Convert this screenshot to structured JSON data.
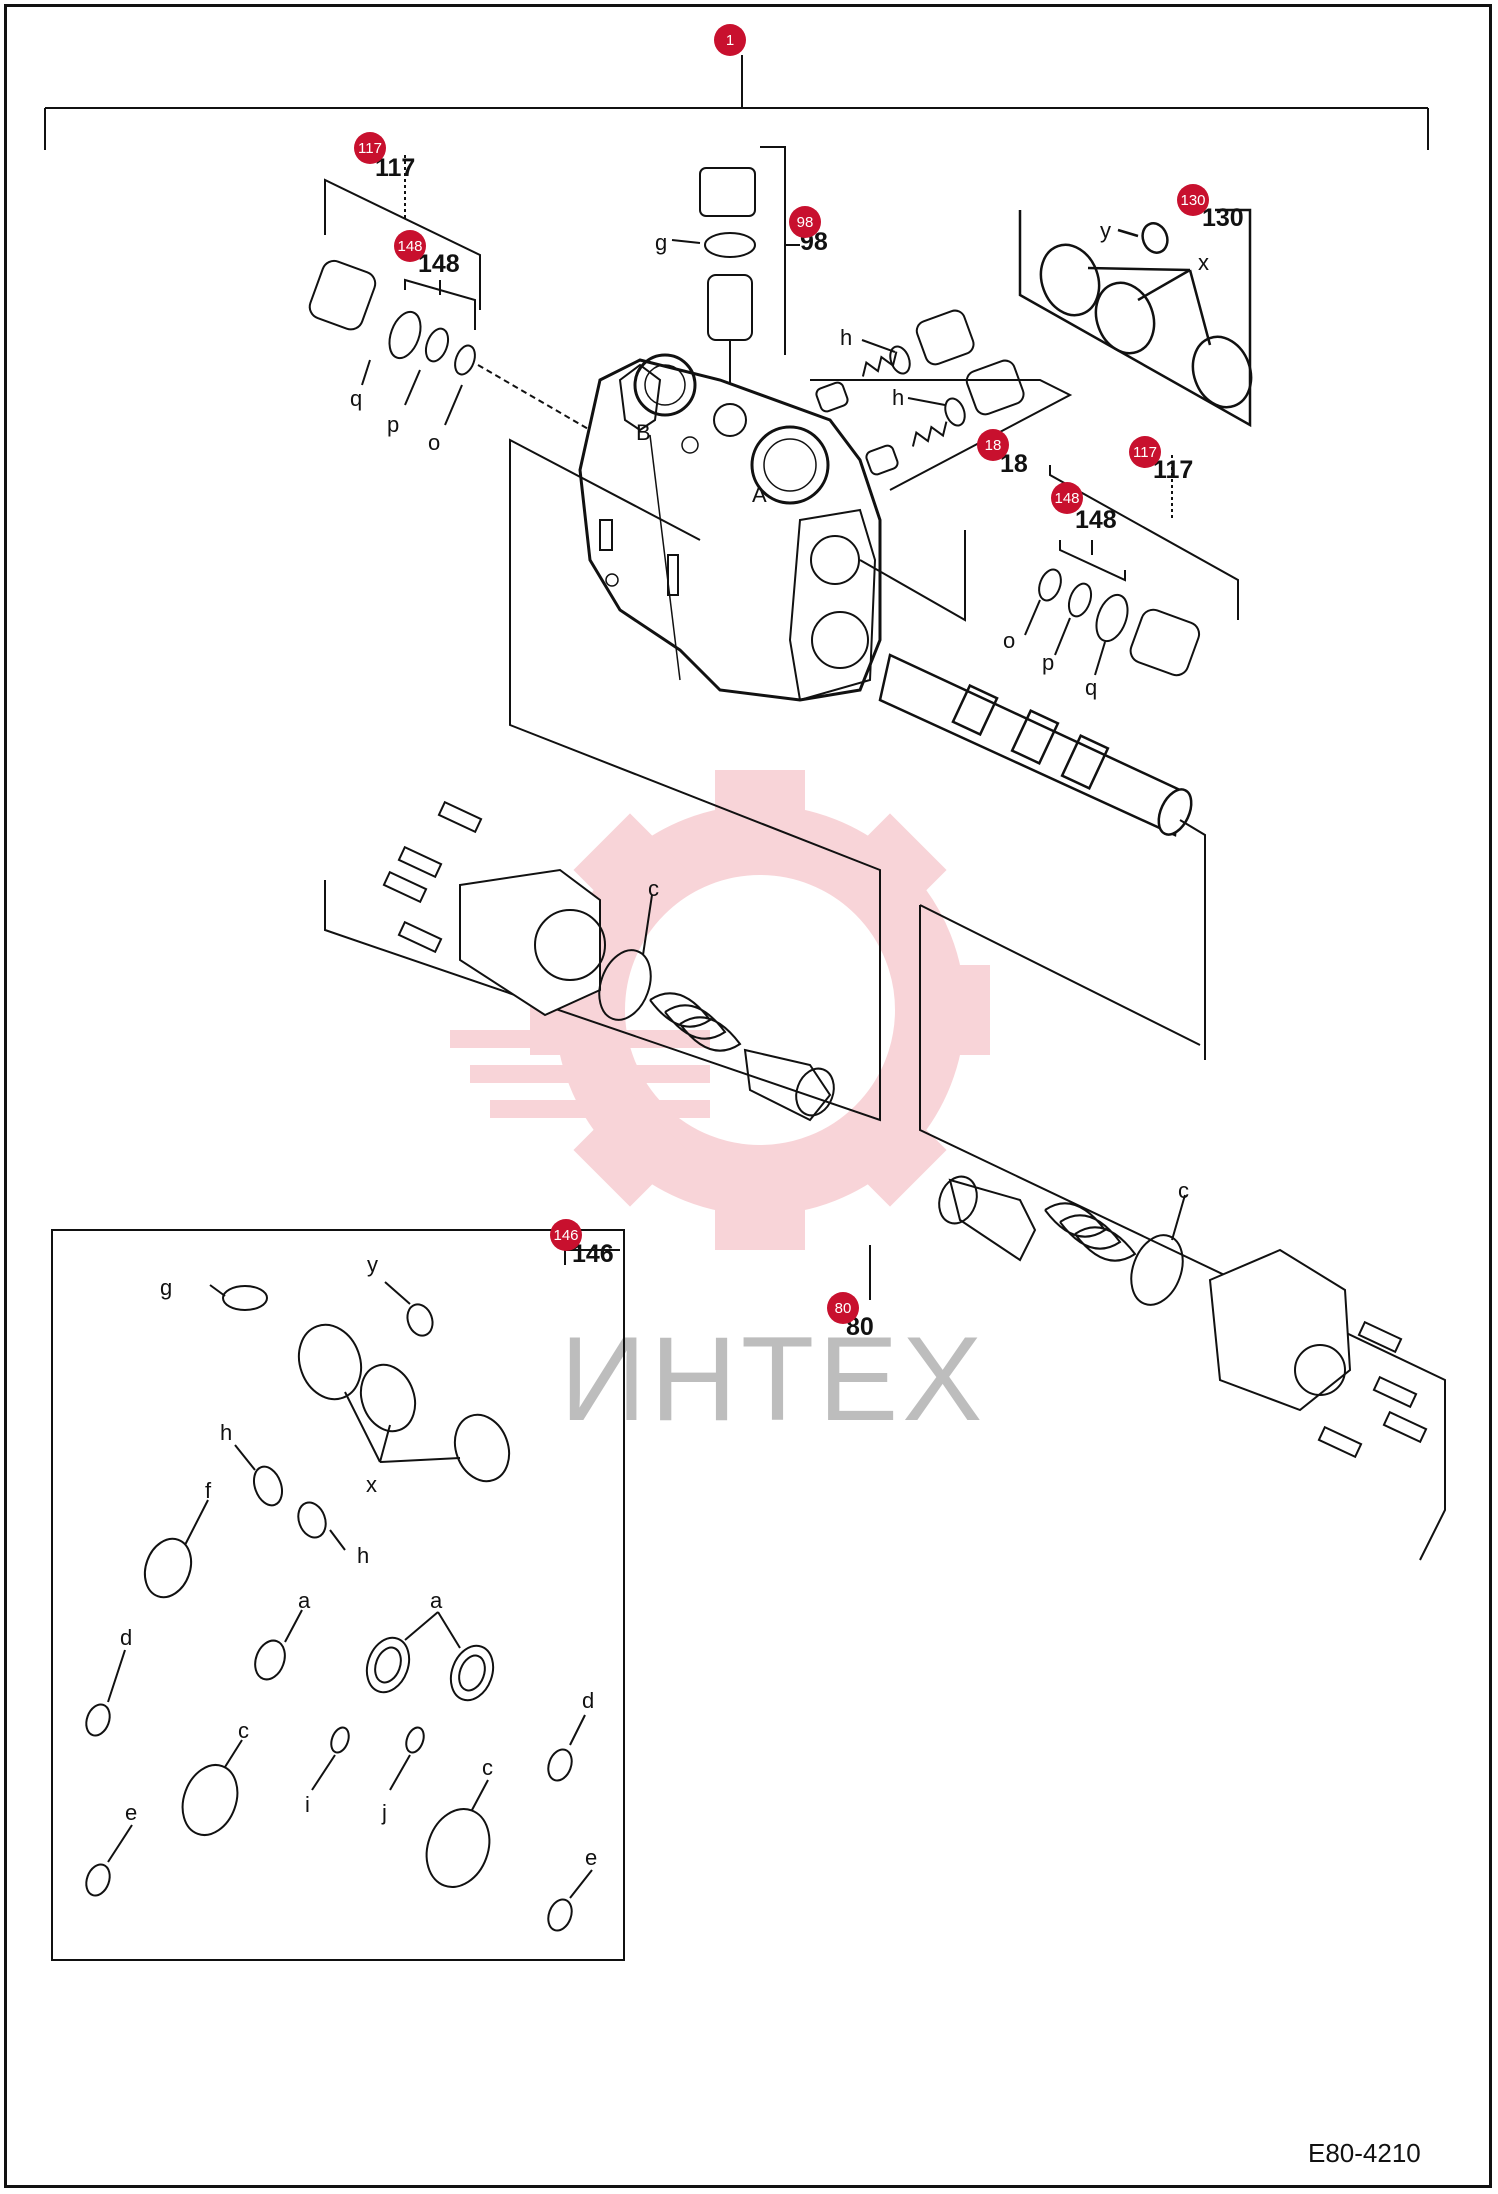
{
  "diagram_code": "E80-4210",
  "watermark_text": "ИНТЕХ",
  "accent_color": "#c8102e",
  "callouts": [
    {
      "id": "1",
      "label": ""
    },
    {
      "id": "117",
      "label": "117"
    },
    {
      "id": "148",
      "label": "148"
    },
    {
      "id": "98",
      "label": "98"
    },
    {
      "id": "130",
      "label": "130"
    },
    {
      "id": "18",
      "label": "18"
    },
    {
      "id": "117",
      "label": "117"
    },
    {
      "id": "148",
      "label": "148"
    },
    {
      "id": "146",
      "label": "146"
    },
    {
      "id": "80",
      "label": "80"
    }
  ],
  "letters": {
    "g": "g",
    "h": "h",
    "x": "x",
    "y": "y",
    "q": "q",
    "p": "p",
    "o": "o",
    "c": "c",
    "f": "f",
    "a": "a",
    "d": "d",
    "e": "e",
    "i": "i",
    "j": "j",
    "A": "A",
    "B": "B"
  }
}
